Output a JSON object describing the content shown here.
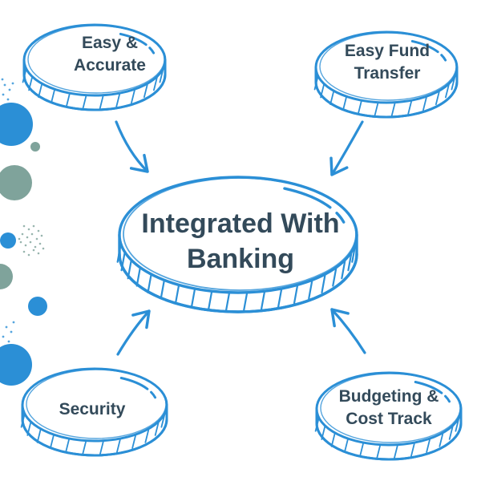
{
  "center": {
    "line1": "Integrated With",
    "line2": "Banking"
  },
  "nodes": [
    {
      "id": "easy-accurate",
      "line1": "Easy &",
      "line2": "Accurate"
    },
    {
      "id": "easy-fund-transfer",
      "line1": "Easy Fund",
      "line2": "Transfer"
    },
    {
      "id": "security",
      "line1": "Security",
      "line2": ""
    },
    {
      "id": "budgeting-cost-track",
      "line1": "Budgeting &",
      "line2": "Cost Track"
    }
  ],
  "colors": {
    "stroke": "#2b8fd6",
    "text": "#334a5a",
    "dot_blue": "#2b8fd6",
    "dot_teal": "#7fa39b"
  }
}
